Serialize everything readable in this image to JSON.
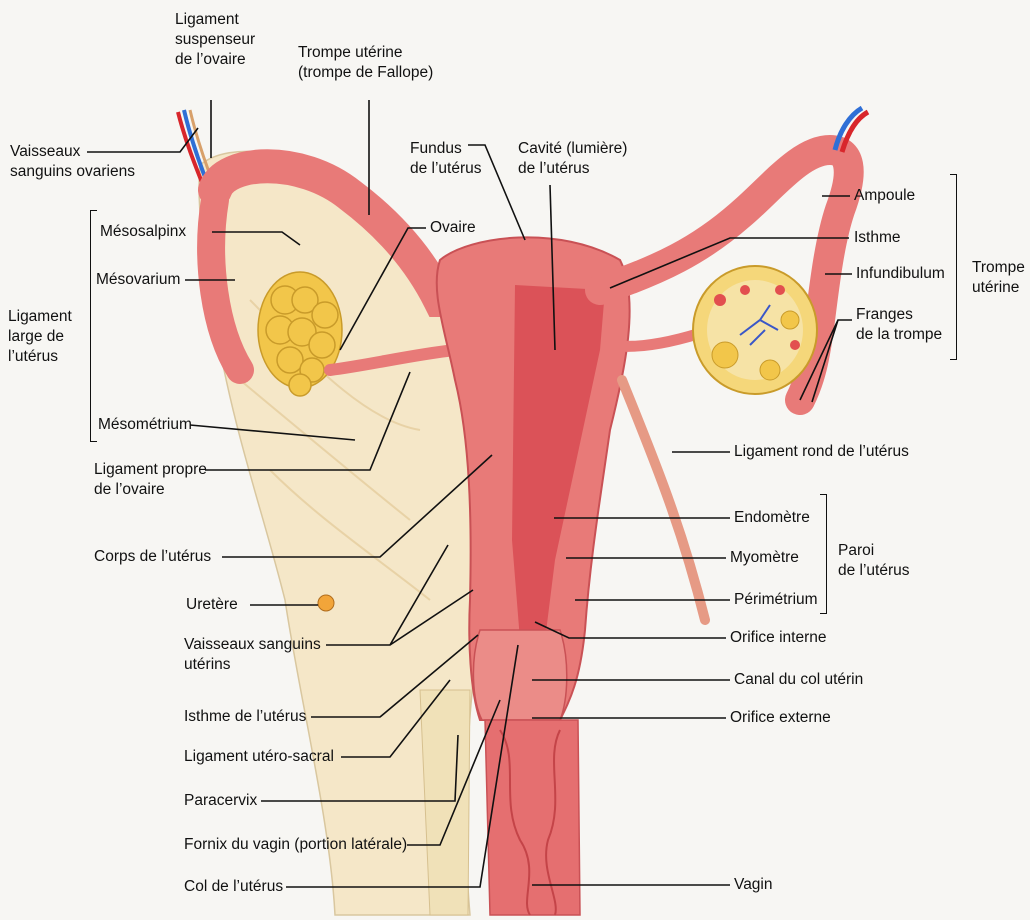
{
  "colors": {
    "uterus": "#e87a78",
    "uterus_dark": "#c95155",
    "ligament": "#f5e7c8",
    "ovary": "#f2c64a",
    "vessel_red": "#d8262b",
    "vessel_blue": "#2f6fd6",
    "line": "#111111"
  },
  "labels": {
    "lig_susp": "Ligament\nsuspenseur\nde l’ovaire",
    "trompe_ut": "Trompe utérine\n(trompe de Fallope)",
    "vaisseaux_ov": "Vaisseaux\nsanguins ovariens",
    "fundus": "Fundus\nde l’utérus",
    "cavite": "Cavité (lumière)\nde l’utérus",
    "mesosalpinx": "Mésosalpinx",
    "ovaire": "Ovaire",
    "mesovarium": "Mésovarium",
    "lig_large": "Ligament\nlarge de\nl’utérus",
    "mesometrium": "Mésométrium",
    "lig_propre": "Ligament propre\nde l’ovaire",
    "corps": "Corps de l’utérus",
    "uretere": "Uretère",
    "vaisseaux_ut": "Vaisseaux sanguins\nutérins",
    "isthme_ut": "Isthme de l’utérus",
    "lig_utero": "Ligament utéro-sacral",
    "paracervix": "Paracervix",
    "fornix": "Fornix du vagin (portion latérale)",
    "col": "Col de l’utérus",
    "ampoule": "Ampoule",
    "isthme": "Isthme",
    "infundibulum": "Infundibulum",
    "franges": "Franges\nde la trompe",
    "trompe_group": "Trompe\nutérine",
    "lig_rond": "Ligament rond de l’utérus",
    "endometre": "Endomètre",
    "myometre": "Myomètre",
    "perimetrium": "Périmétrium",
    "paroi": "Paroi\nde l’utérus",
    "orifice_int": "Orifice interne",
    "canal": "Canal du col utérin",
    "orifice_ext": "Orifice externe",
    "vagin": "Vagin"
  }
}
